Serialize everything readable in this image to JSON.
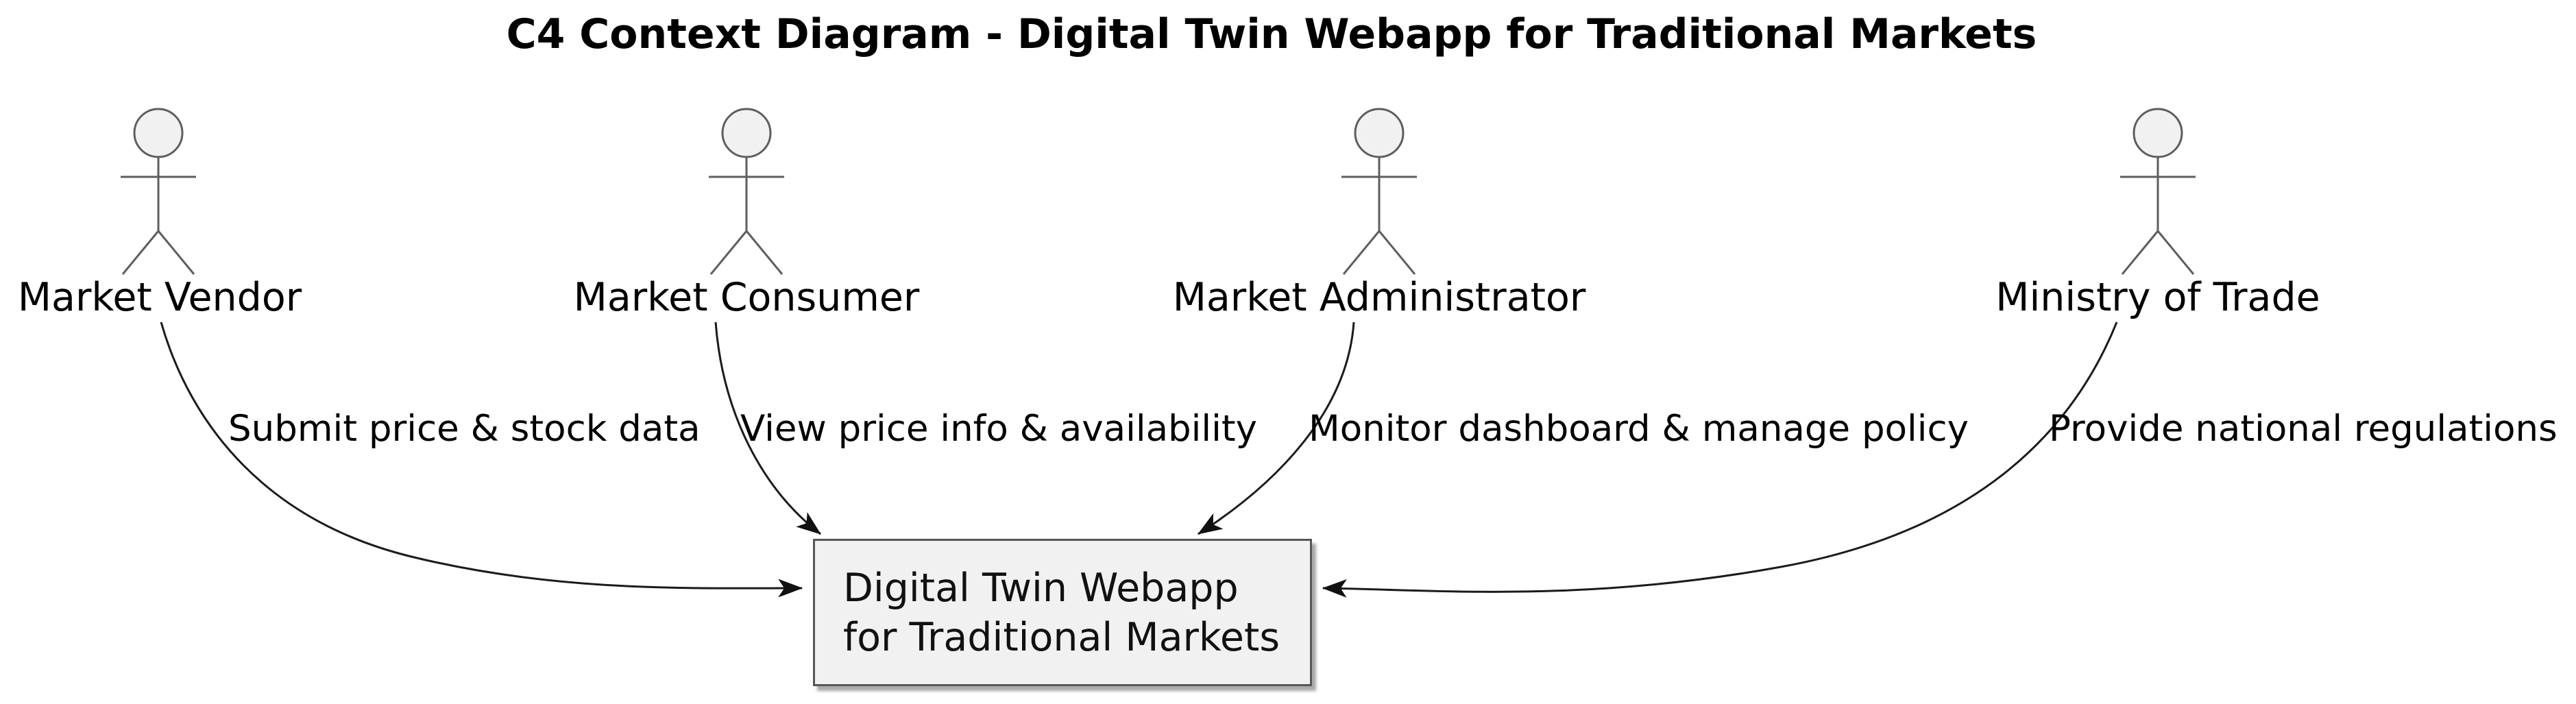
{
  "diagram": {
    "type": "c4-context-diagram",
    "title": "C4 Context Diagram - Digital Twin Webapp for Traditional Markets",
    "actors": [
      {
        "id": "market-vendor",
        "label": "Market Vendor"
      },
      {
        "id": "market-consumer",
        "label": "Market Consumer"
      },
      {
        "id": "market-administrator",
        "label": "Market Administrator"
      },
      {
        "id": "ministry-of-trade",
        "label": "Ministry of Trade"
      }
    ],
    "system": {
      "id": "digital-twin-webapp",
      "line1": "Digital Twin Webapp",
      "line2": "for Traditional Markets"
    },
    "relationships": [
      {
        "from": "Market Vendor",
        "to": "Digital Twin Webapp for Traditional Markets",
        "label": "Submit price & stock data"
      },
      {
        "from": "Market Consumer",
        "to": "Digital Twin Webapp for Traditional Markets",
        "label": "View price info & availability"
      },
      {
        "from": "Market Administrator",
        "to": "Digital Twin Webapp for Traditional Markets",
        "label": "Monitor dashboard & manage policy"
      },
      {
        "from": "Ministry of Trade",
        "to": "Digital Twin Webapp for Traditional Markets",
        "label": "Provide national regulations"
      }
    ],
    "colors": {
      "background": "#ffffff",
      "node_fill": "#f1f1f1",
      "node_border": "#565656",
      "figure_stroke": "#5e5e5e",
      "edge_line": "#1b1b1b",
      "arrowhead": "#111111",
      "text": "#000000",
      "shadow": "#7d7d7d"
    }
  }
}
